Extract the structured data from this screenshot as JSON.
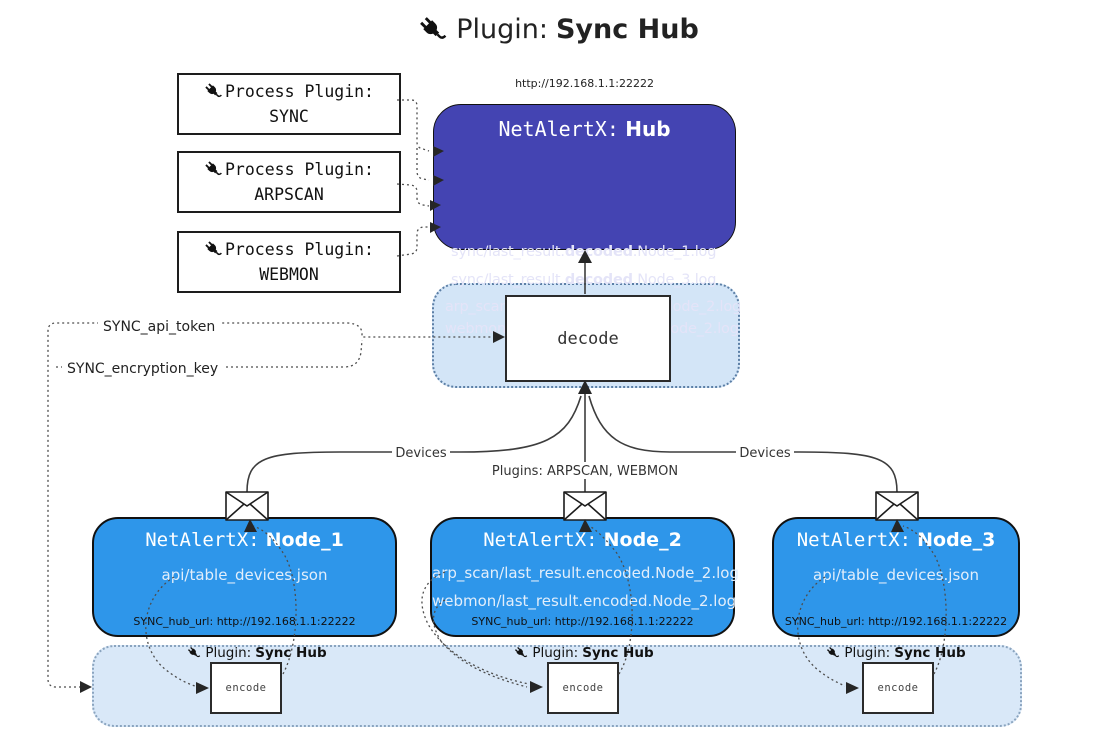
{
  "title": {
    "label": "Plugin:",
    "name": "Sync Hub"
  },
  "process_plugins": [
    {
      "label": "Process Plugin:",
      "name": "SYNC"
    },
    {
      "label": "Process Plugin:",
      "name": "ARPSCAN"
    },
    {
      "label": "Process Plugin:",
      "name": "WEBMON"
    }
  ],
  "hub": {
    "url_label": "http://192.168.1.1:22222",
    "title_prefix": "NetAlertX:",
    "title_name": "Hub",
    "log_lines": [
      {
        "pre": "sync/last_result.",
        "bold": "decoded",
        "post": ".Node_1.log"
      },
      {
        "pre": "sync/last_result.",
        "bold": "decoded",
        "post": ".Node_3.log"
      },
      {
        "pre": "arp_scan/last_result.",
        "bold": "decoded",
        "post": ".Node_2.log"
      },
      {
        "pre": "webmon/last_result.",
        "bold": "decoded",
        "post": ".Node_2.log"
      }
    ]
  },
  "decode_box": {
    "label": "decode"
  },
  "settings": {
    "api_token": "SYNC_api_token",
    "encryption_key": "SYNC_encryption_key"
  },
  "edge_labels": {
    "devices_left": "Devices",
    "devices_right": "Devices",
    "plugins": "Plugins: ARPSCAN, WEBMON"
  },
  "nodes": [
    {
      "title_prefix": "NetAlertX:",
      "title_name": "Node_1",
      "files": [
        "api/table_devices.json"
      ],
      "hub_url": "SYNC_hub_url: http://192.168.1.1:22222"
    },
    {
      "title_prefix": "NetAlertX:",
      "title_name": "Node_2",
      "files": [
        "arp_scan/last_result.encoded.Node_2.log",
        "webmon/last_result.encoded.Node_2.log"
      ],
      "hub_url": "SYNC_hub_url: http://192.168.1.1:22222"
    },
    {
      "title_prefix": "NetAlertX:",
      "title_name": "Node_3",
      "files": [
        "api/table_devices.json"
      ],
      "hub_url": "SYNC_hub_url: http://192.168.1.1:22222"
    }
  ],
  "encode_section": {
    "plugin_label": "Plugin:",
    "plugin_name": "Sync Hub",
    "encode_label": "encode"
  },
  "colors": {
    "hub_fill": "#4444b2",
    "node_fill": "#2e96ea",
    "container_fill": "#d9e8f8",
    "line_color": "#3d3d3d"
  }
}
